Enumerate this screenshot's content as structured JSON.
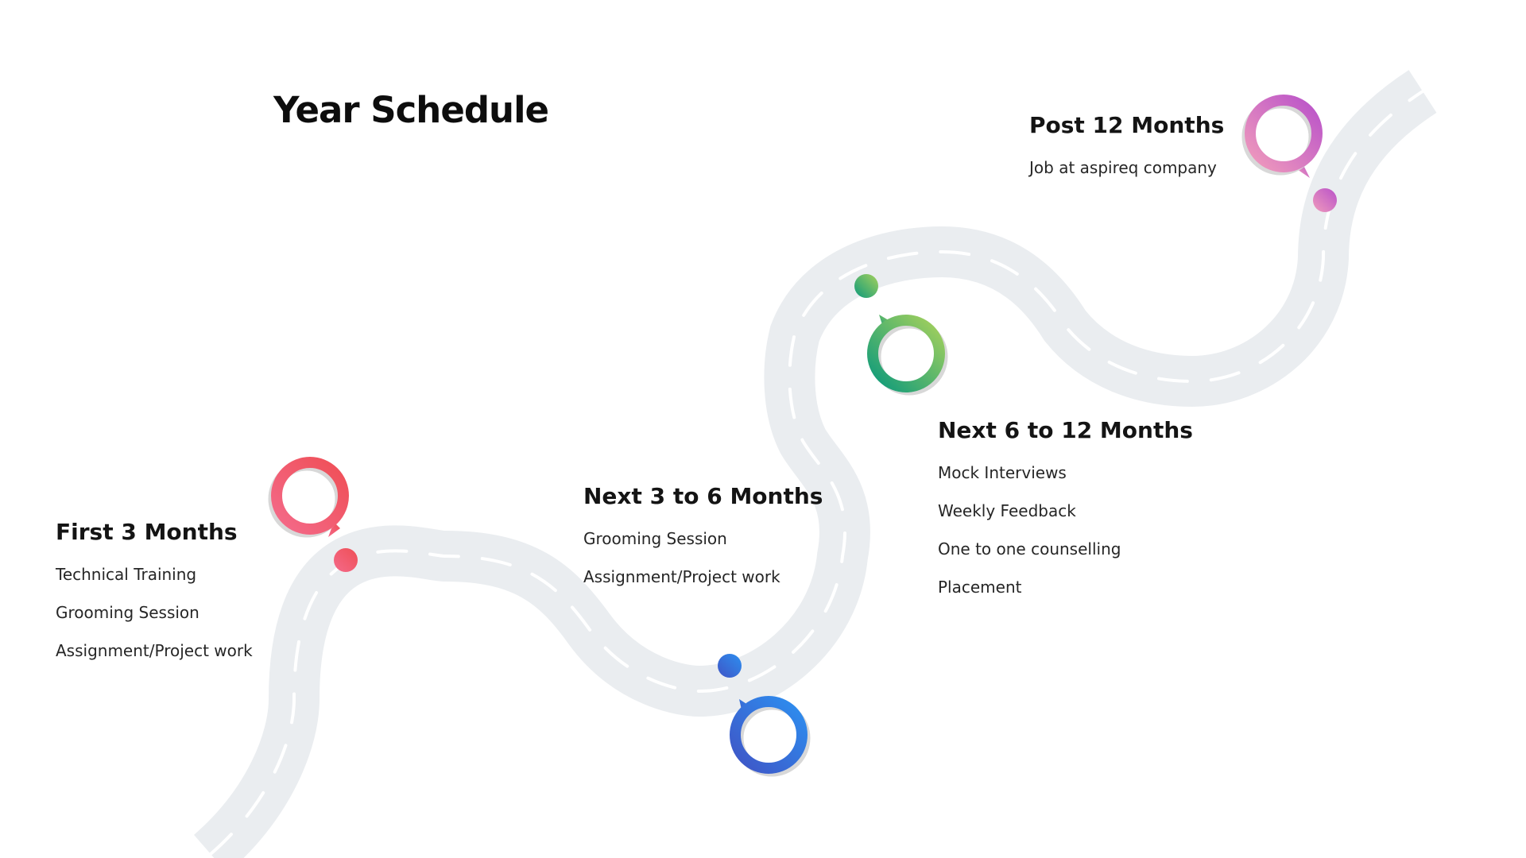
{
  "page": {
    "title": "Year Schedule"
  },
  "colors": {
    "road": "#eaedf0",
    "lane_marks": "#ffffff",
    "stage_1": [
      "#ef4f56",
      "#f46a8a"
    ],
    "stage_2": [
      "#3f55c6",
      "#2d8ff0"
    ],
    "stage_3": [
      "#0d9a7b",
      "#a6d15c"
    ],
    "stage_4": [
      "#b952c9",
      "#f09bbc"
    ]
  },
  "stages": [
    {
      "title": "First 3 Months",
      "items": [
        "Technical Training",
        "Grooming Session",
        "Assignment/Project work"
      ],
      "icon": "location-pin-icon"
    },
    {
      "title": "Next 3 to 6 Months",
      "items": [
        "Grooming Session",
        "Assignment/Project work"
      ],
      "icon": "location-pin-icon"
    },
    {
      "title": "Next 6 to 12 Months",
      "items": [
        "Mock Interviews",
        "Weekly Feedback",
        "One to one counselling",
        "Placement"
      ],
      "icon": "location-pin-icon"
    },
    {
      "title": "Post 12 Months",
      "items": [
        "Job at aspireq company"
      ],
      "icon": "location-pin-icon"
    }
  ]
}
